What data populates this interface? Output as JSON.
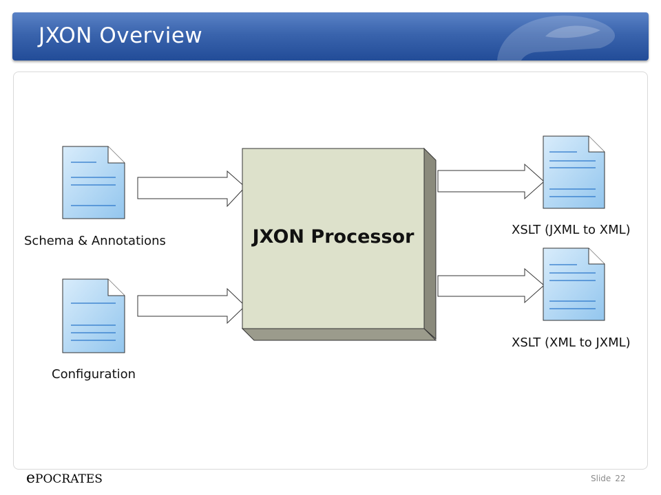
{
  "slide": {
    "title": "JXON Overview",
    "logo_initial": "e",
    "logo_rest": "POCRATES",
    "footer_label": "Slide",
    "slide_number": "22"
  },
  "diagram": {
    "processor_label": "JXON Processor",
    "inputs": [
      {
        "label": "Schema & Annotations"
      },
      {
        "label": "Configuration"
      }
    ],
    "outputs": [
      {
        "label": "XSLT (JXML to XML)"
      },
      {
        "label": "XSLT (XML to JXML)"
      }
    ]
  },
  "colors": {
    "title_bar": "#3a64ad",
    "document_fill": "#a8d3f2",
    "document_line": "#2a76c9",
    "processor_face": "#dde1cb",
    "processor_side": "#8a8a7c"
  }
}
